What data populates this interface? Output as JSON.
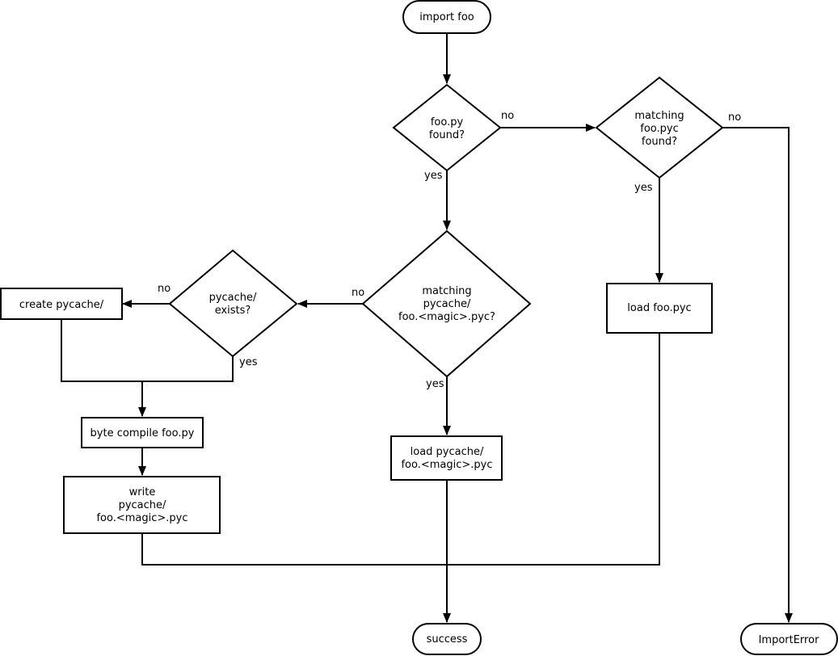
{
  "colors": {
    "success_fill": "#00ff00",
    "error_fill": "#c86060",
    "stroke": "#000000",
    "background": "#ffffff"
  },
  "nodes": {
    "import_foo": {
      "shape": "terminal",
      "lines": [
        "import foo"
      ]
    },
    "foo_py_found": {
      "shape": "decision",
      "lines": [
        "foo.py",
        "found?"
      ]
    },
    "matching_foo_pyc": {
      "shape": "decision",
      "lines": [
        "matching",
        "foo.pyc",
        "found?"
      ]
    },
    "matching_pycache": {
      "shape": "decision",
      "lines": [
        "matching",
        "pycache/",
        "foo.<magic>.pyc?"
      ]
    },
    "pycache_exists": {
      "shape": "decision",
      "lines": [
        "pycache/",
        "exists?"
      ]
    },
    "create_pycache": {
      "shape": "process",
      "lines": [
        "create pycache/"
      ]
    },
    "byte_compile": {
      "shape": "process",
      "lines": [
        "byte compile foo.py"
      ]
    },
    "write_pycache": {
      "shape": "process",
      "lines": [
        "write",
        "pycache/",
        "foo.<magic>.pyc"
      ]
    },
    "load_pycache": {
      "shape": "process",
      "lines": [
        "load pycache/",
        "foo.<magic>.pyc"
      ]
    },
    "load_foo_pyc": {
      "shape": "process",
      "lines": [
        "load foo.pyc"
      ]
    },
    "success": {
      "shape": "terminal",
      "lines": [
        "success"
      ]
    },
    "import_error": {
      "shape": "terminal",
      "lines": [
        "ImportError"
      ]
    }
  },
  "edge_labels": {
    "foo_py_no": "no",
    "foo_py_yes": "yes",
    "foo_pyc_no": "no",
    "foo_pyc_yes": "yes",
    "pycache_match_no": "no",
    "pycache_match_yes": "yes",
    "pycache_exists_no": "no",
    "pycache_exists_yes": "yes"
  }
}
